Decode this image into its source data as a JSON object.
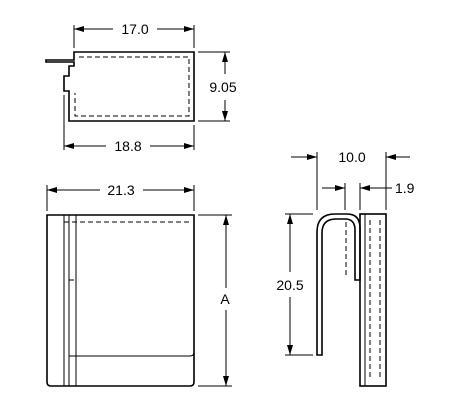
{
  "drawing": {
    "top_view": {
      "width_inner": "17.0",
      "height": "9.05",
      "width_outer": "18.8"
    },
    "front_view": {
      "width": "21.3",
      "height": "A"
    },
    "side_view": {
      "depth": "10.0",
      "thickness": "1.9",
      "height": "20.5"
    }
  }
}
